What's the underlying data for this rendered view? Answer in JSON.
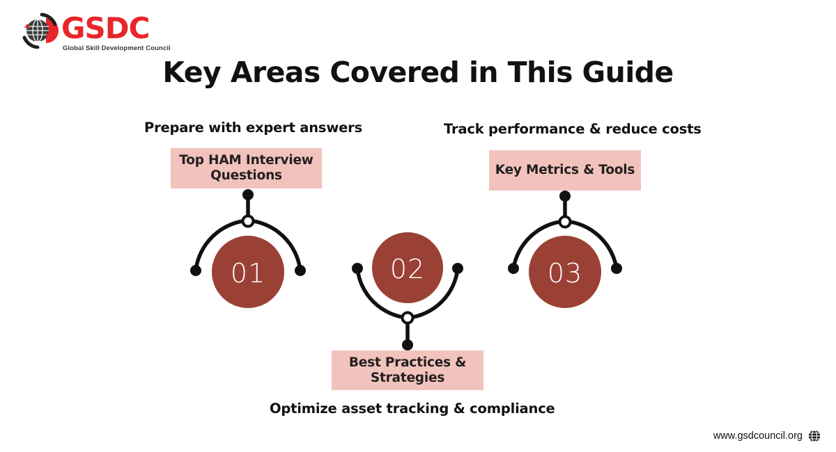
{
  "brand": {
    "name": "GSDC",
    "tagline": "Global Skill Development Council",
    "logo_icon": "globe-arc-logo-icon",
    "red": "#E8262A",
    "dark": "#231f20"
  },
  "header": {
    "title": "Key Areas Covered in This Guide"
  },
  "theme": {
    "circle_color": "#9B4034",
    "box_color": "#F2C3BC",
    "line_color": "#111111",
    "number_color": "#ffffff",
    "background": "#ffffff"
  },
  "steps": [
    {
      "number": "01",
      "label": "Top HAM Interview Questions",
      "caption": "Prepare with expert answers",
      "orientation": "up"
    },
    {
      "number": "02",
      "label": "Best Practices & Strategies",
      "caption": "Optimize asset tracking & compliance",
      "orientation": "down"
    },
    {
      "number": "03",
      "label": "Key Metrics & Tools",
      "caption": "Track performance & reduce costs",
      "orientation": "up"
    }
  ],
  "footer": {
    "url": "www.gsdcouncil.org",
    "icon": "globe-icon"
  }
}
